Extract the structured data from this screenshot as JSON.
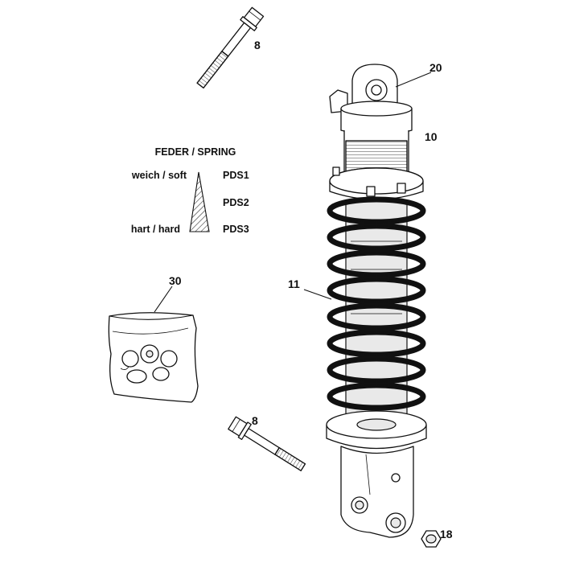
{
  "spring_legend": {
    "title": "FEDER / SPRING",
    "soft_label": "weich / soft",
    "hard_label": "hart / hard",
    "grades": [
      "PDS1",
      "PDS2",
      "PDS3"
    ]
  },
  "callouts": {
    "bolt_top": "8",
    "eye_bushing": "20",
    "shock_absorber": "10",
    "spring": "11",
    "parts_bag": "30",
    "bolt_bottom": "8",
    "nut": "18"
  },
  "colors": {
    "line": "#111111",
    "shade": "#e9e9e9",
    "background": "#ffffff"
  }
}
